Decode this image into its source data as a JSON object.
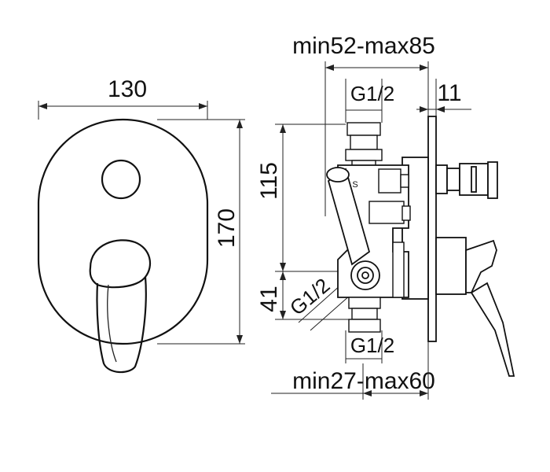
{
  "dimensions": {
    "plate_width": "130",
    "plate_height": "170",
    "depth_range": "min52-max85",
    "plate_thickness": "11",
    "height_upper": "115",
    "height_lower": "41",
    "thread_top": "G1/2",
    "thread_side": "G1/2",
    "thread_bottom": "G1/2",
    "outlet_range": "min27-max60"
  },
  "colors": {
    "line": "#111111",
    "background": "#ffffff"
  }
}
